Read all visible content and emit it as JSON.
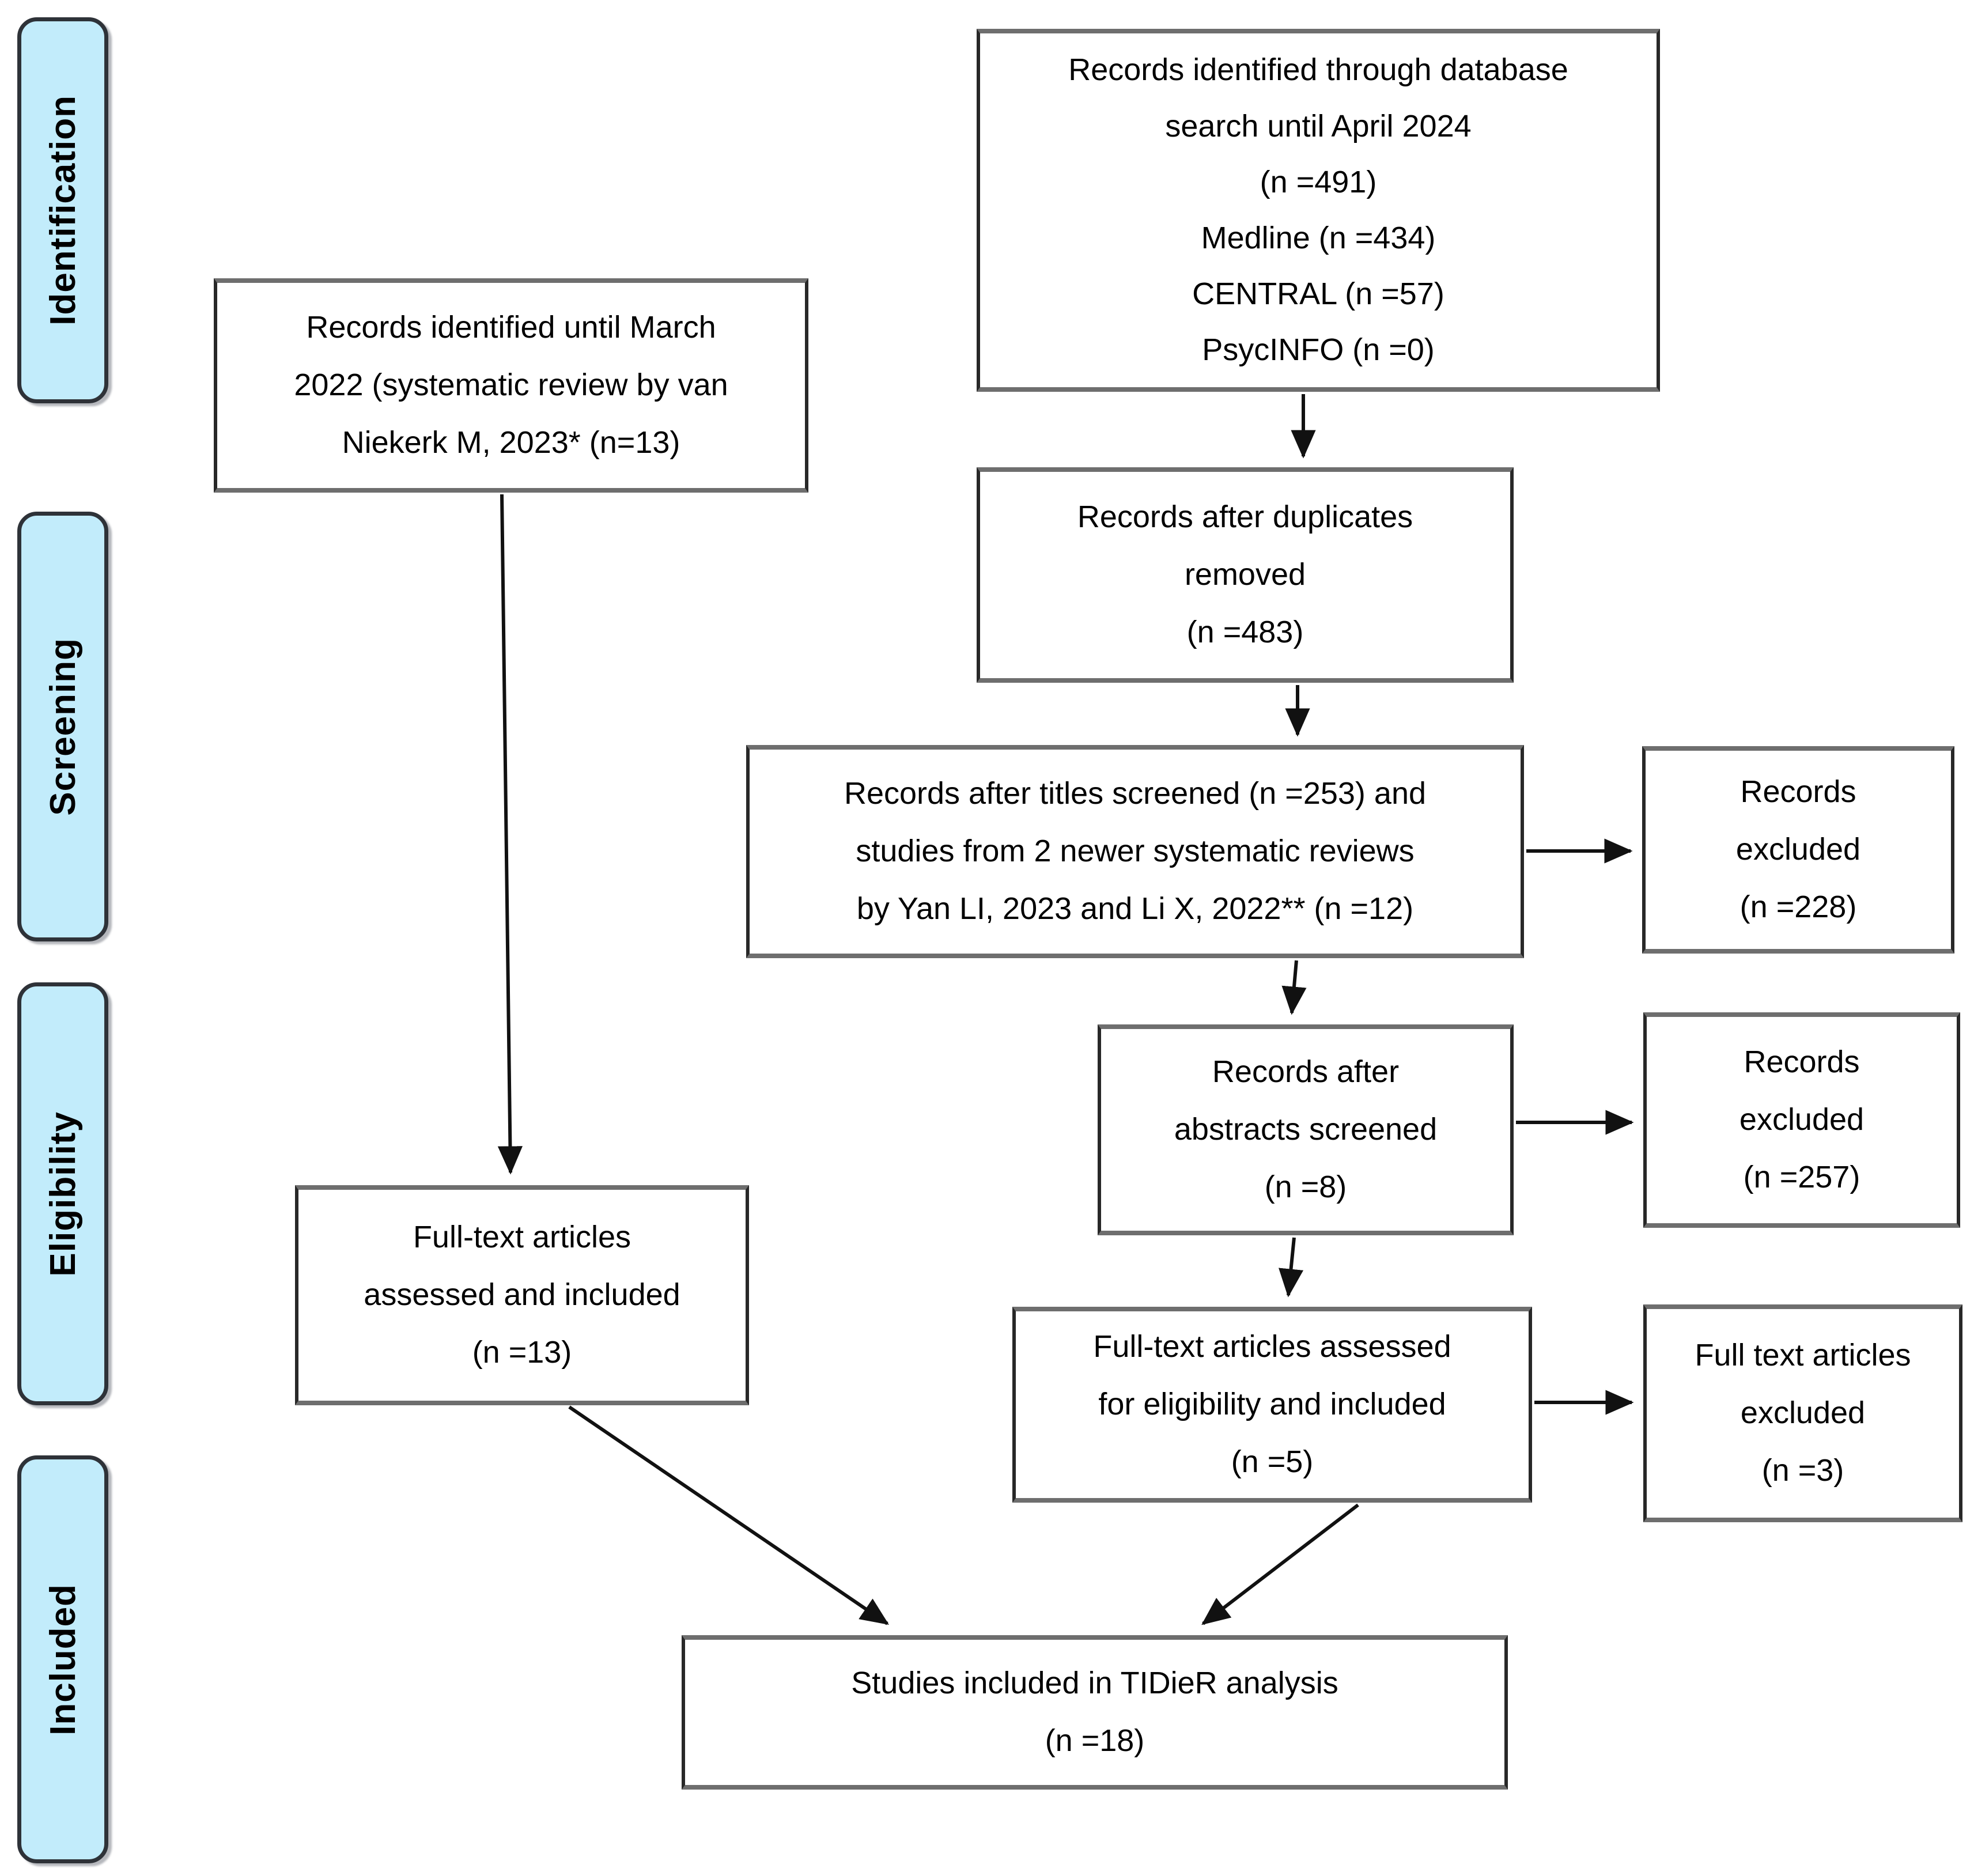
{
  "stages": [
    {
      "label": "Identification"
    },
    {
      "label": "Screening"
    },
    {
      "label": "Eligibility"
    },
    {
      "label": "Included"
    }
  ],
  "boxes": {
    "db_search": {
      "text": "Records identified through database\nsearch until April 2024\n(n =491)\nMedline (n =434)\nCENTRAL (n =57)\nPsycINFO (n =0)"
    },
    "prior_review": {
      "text": "Records identified until March\n2022 (systematic review by van\nNiekerk M, 2023* (n=13)"
    },
    "duplicates_removed": {
      "text": "Records after duplicates\nremoved\n(n =483)"
    },
    "titles_screened": {
      "text": "Records after titles screened (n =253) and\nstudies from 2 newer systematic reviews\nby Yan LI, 2023 and Li X, 2022** (n =12)"
    },
    "records_excluded_titles": {
      "text": "Records\nexcluded\n(n =228)"
    },
    "abstracts_screened": {
      "text": "Records after\nabstracts screened\n(n =8)"
    },
    "records_excluded_abstracts": {
      "text": "Records\nexcluded\n(n =257)"
    },
    "fulltext_eligibility": {
      "text": "Full-text articles assessed\nfor eligibility and included\n(n =5)"
    },
    "fulltext_excluded": {
      "text": "Full text articles\nexcluded\n(n =3)"
    },
    "fulltext_included_prior": {
      "text": "Full-text articles\nassessed and included\n(n =13)"
    },
    "tidier_included": {
      "text": "Studies included in TIDieR analysis\n(n =18)"
    }
  },
  "colors": {
    "stage_fill": "#c2ecfb",
    "stage_border": "#2e3238",
    "box_border_side": "#282828",
    "box_border_topbottom": "#6e6e6e",
    "arrow": "#111111",
    "text": "#000000"
  }
}
